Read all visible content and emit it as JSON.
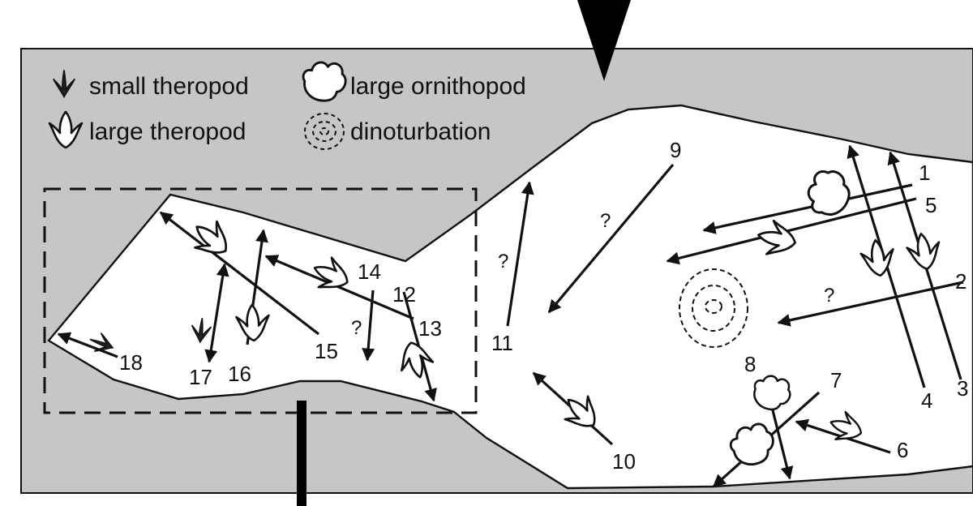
{
  "legend": {
    "small_theropod": "small theropod",
    "large_ornithopod": "large ornithopod",
    "large_theropod": "large theropod",
    "dinoturbation": "dinoturbation"
  },
  "tracks": [
    {
      "label": "1",
      "uncertain": ""
    },
    {
      "label": "2",
      "uncertain": "?"
    },
    {
      "label": "3",
      "uncertain": ""
    },
    {
      "label": "4",
      "uncertain": ""
    },
    {
      "label": "5",
      "uncertain": ""
    },
    {
      "label": "6",
      "uncertain": ""
    },
    {
      "label": "7",
      "uncertain": ""
    },
    {
      "label": "8",
      "uncertain": ""
    },
    {
      "label": "9",
      "uncertain": "?"
    },
    {
      "label": "10",
      "uncertain": ""
    },
    {
      "label": "11",
      "uncertain": "?"
    },
    {
      "label": "12",
      "uncertain": ""
    },
    {
      "label": "13",
      "uncertain": ""
    },
    {
      "label": "14",
      "uncertain": "?"
    },
    {
      "label": "15",
      "uncertain": ""
    },
    {
      "label": "16",
      "uncertain": ""
    },
    {
      "label": "17",
      "uncertain": ""
    },
    {
      "label": "18",
      "uncertain": ""
    }
  ],
  "colors": {
    "background_rock": "#c6c6c6",
    "outcrop": "#ffffff",
    "ink": "#111111"
  },
  "icons": [
    "small-theropod-print-icon",
    "large-ornithopod-print-icon",
    "large-theropod-print-icon",
    "dinoturbation-icon",
    "north-arrow-icon",
    "section-bar-icon"
  ]
}
